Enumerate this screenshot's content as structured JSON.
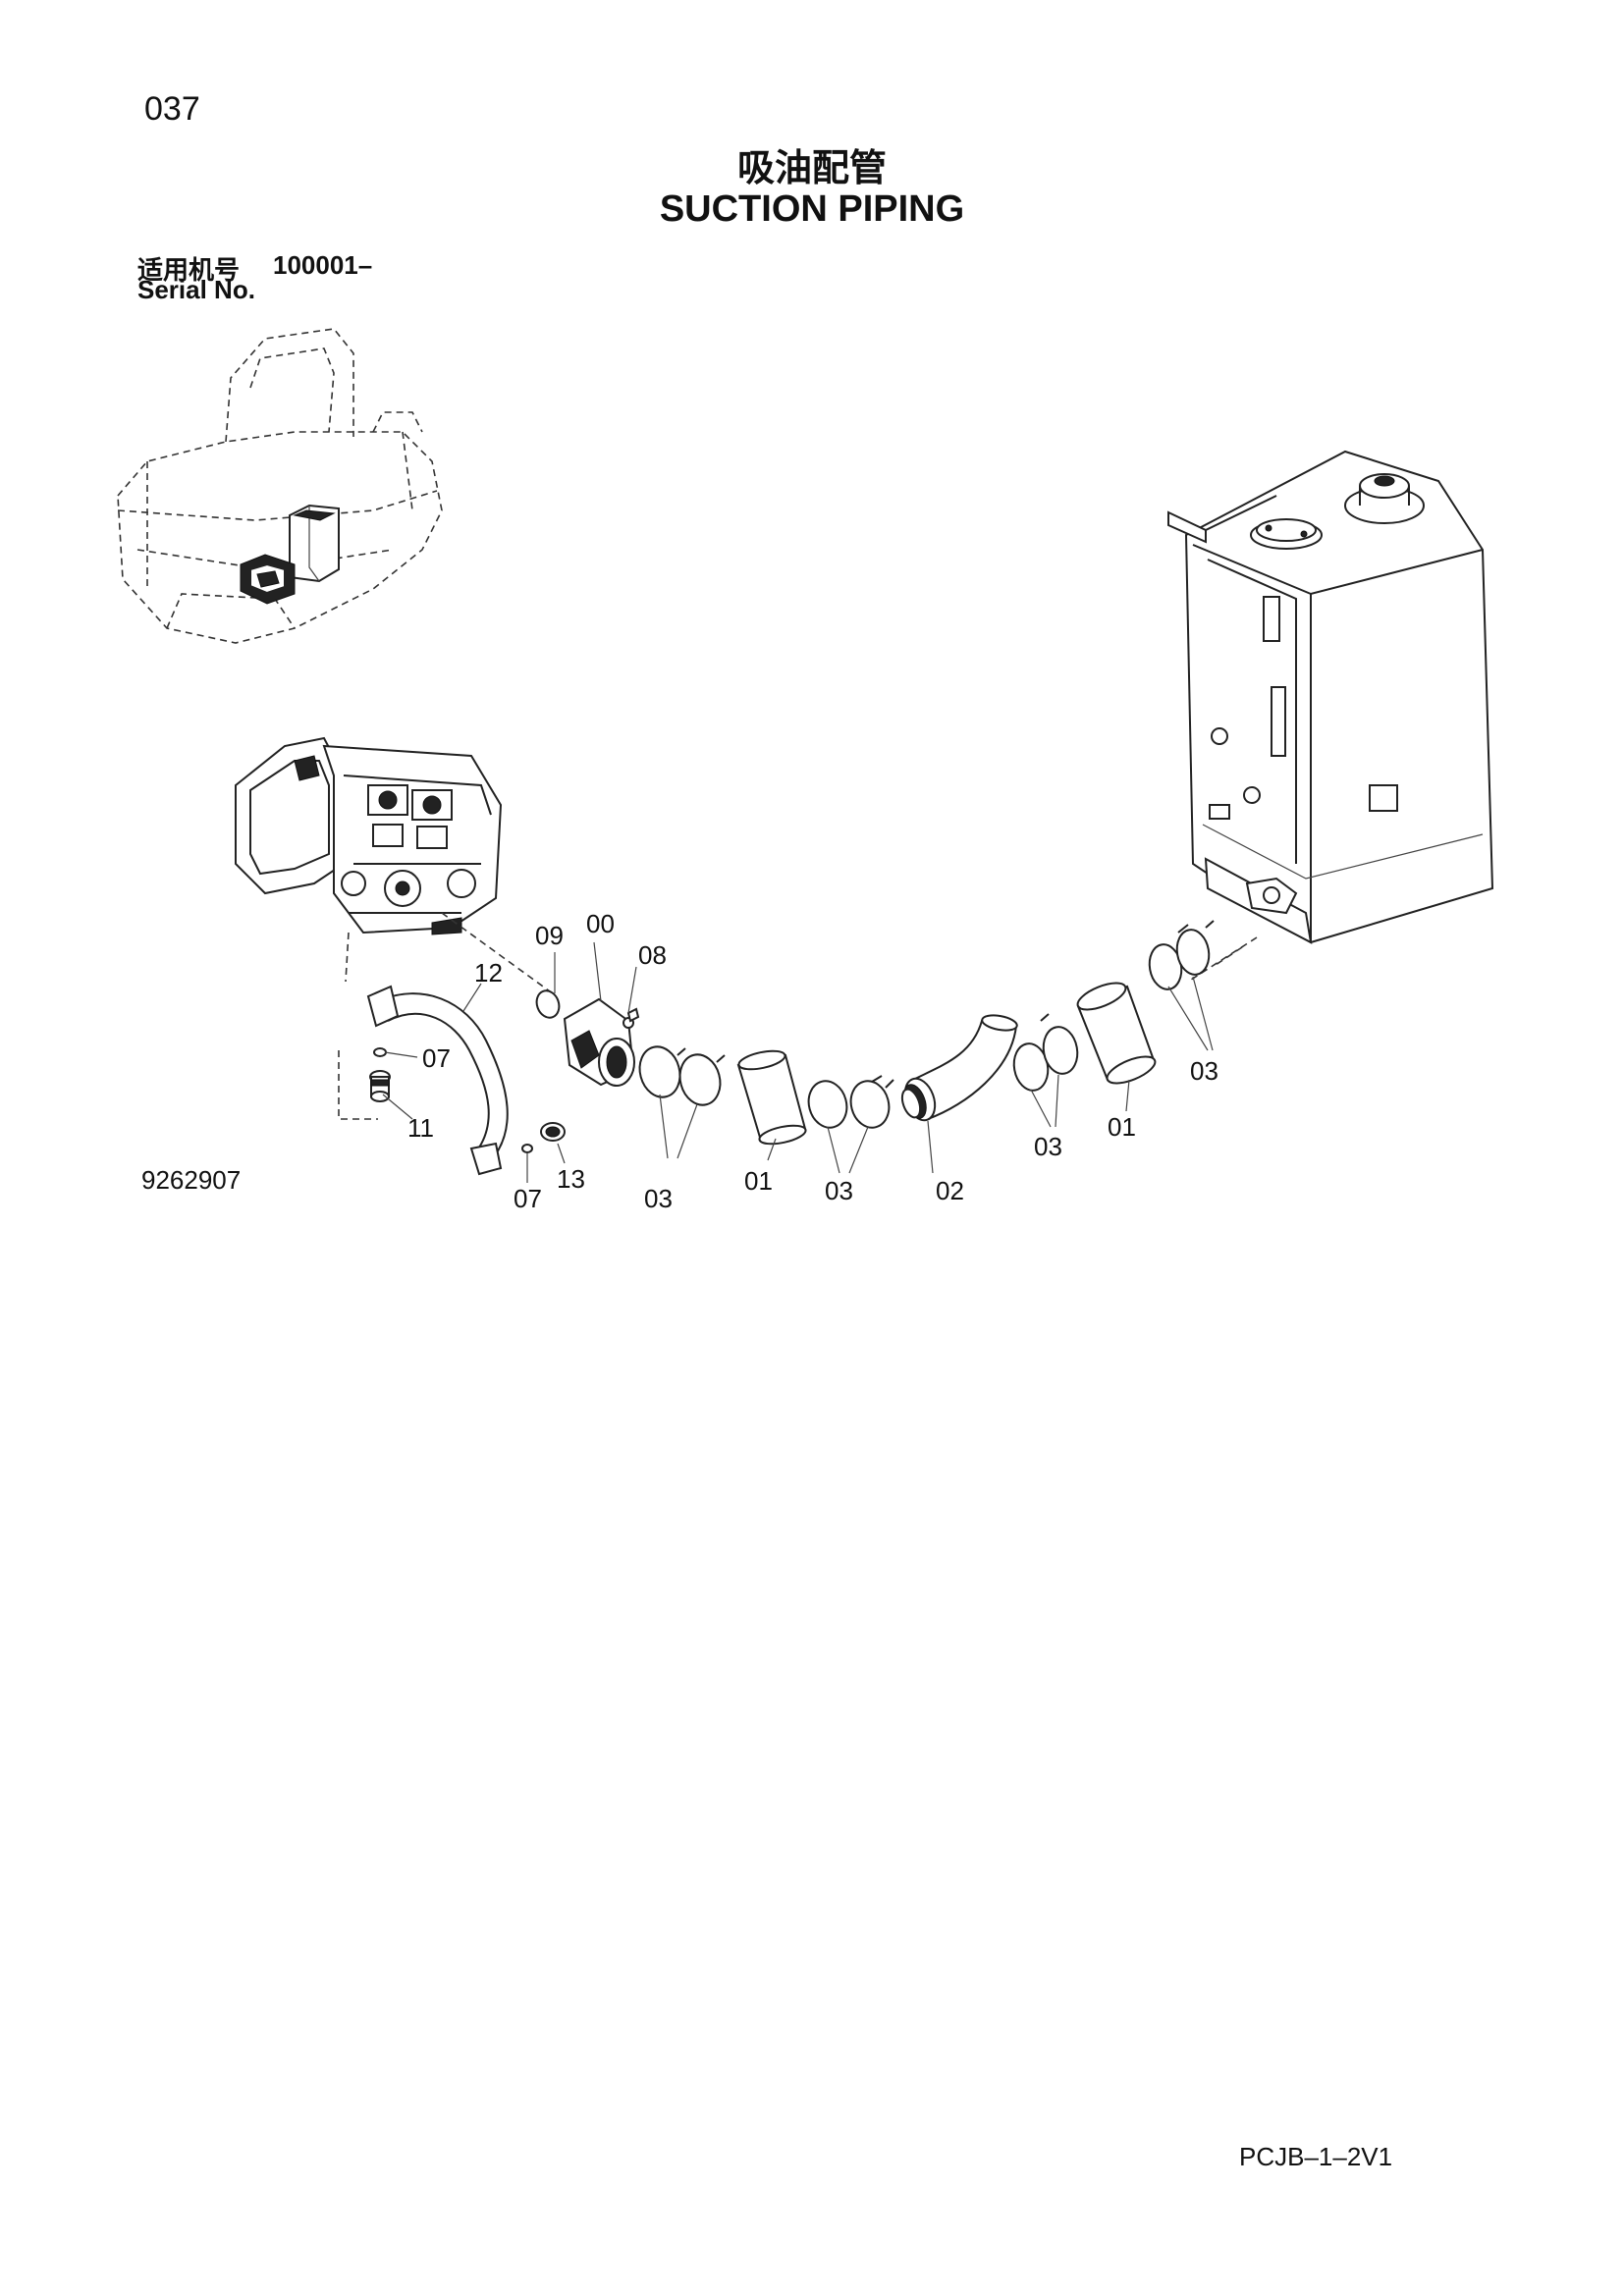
{
  "page_number": "037",
  "title_cn": "吸油配管",
  "title_en": "SUCTION PIPING",
  "serial": {
    "label_cn": "适用机号",
    "range": "100001–",
    "label_en": "Serial No."
  },
  "drawing_number": "9262907",
  "page_code": "PCJB–1–2V1",
  "callouts": {
    "c00": "00",
    "c09": "09",
    "c08": "08",
    "c12": "12",
    "c07a": "07",
    "c11": "11",
    "c07b": "07",
    "c13": "13",
    "c03a": "03",
    "c01a": "01",
    "c03b": "03",
    "c02": "02",
    "c03c": "03",
    "c01b": "01",
    "c03d": "03"
  }
}
